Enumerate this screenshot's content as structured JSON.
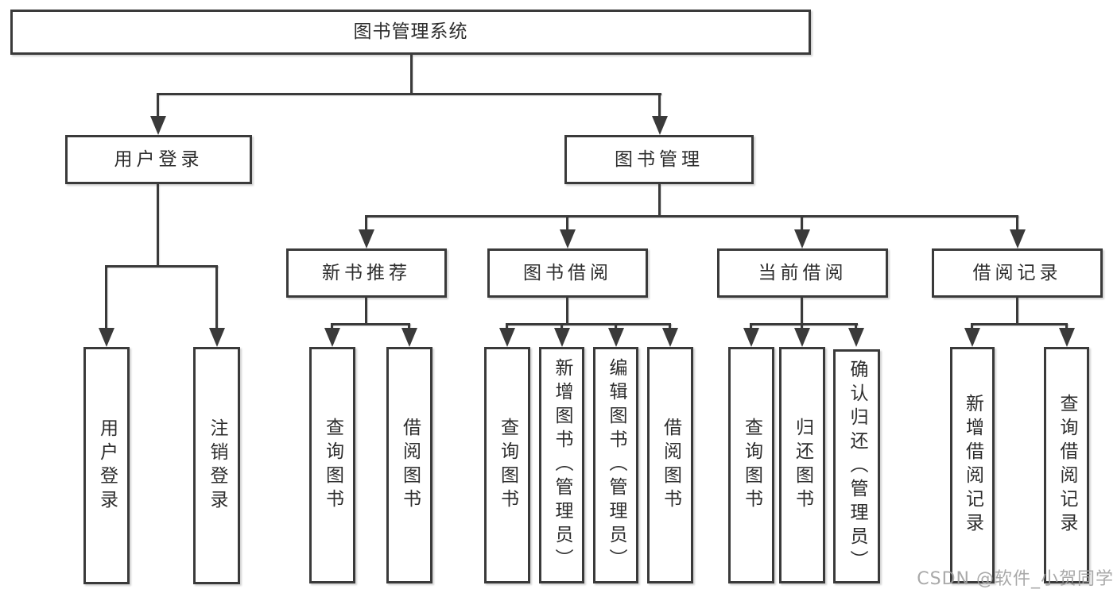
{
  "tree": {
    "root": {
      "label": "图书管理系统"
    },
    "branches": [
      {
        "label": "用户登录",
        "children": [
          {
            "label": "用户登录"
          },
          {
            "label": "注销登录"
          }
        ]
      },
      {
        "label": "图书管理",
        "children": [
          {
            "label": "新书推荐",
            "children": [
              {
                "label": "查询图书"
              },
              {
                "label": "借阅图书"
              }
            ]
          },
          {
            "label": "图书借阅",
            "children": [
              {
                "label": "查询图书"
              },
              {
                "label": "新增图书（管理员）"
              },
              {
                "label": "编辑图书（管理员）"
              },
              {
                "label": "借阅图书"
              }
            ]
          },
          {
            "label": "当前借阅",
            "children": [
              {
                "label": "查询图书"
              },
              {
                "label": "归还图书"
              },
              {
                "label": "确认归还（管理员）"
              }
            ]
          },
          {
            "label": "借阅记录",
            "children": [
              {
                "label": "新增借阅记录"
              },
              {
                "label": "查询借阅记录"
              }
            ]
          }
        ]
      }
    ]
  },
  "watermark": {
    "text": "CSDN @软件_小贺同学"
  },
  "colors": {
    "line": "#3a3a3a",
    "text": "#2d2d2d",
    "background": "#ffffff",
    "watermark": "#a0a0a0"
  }
}
